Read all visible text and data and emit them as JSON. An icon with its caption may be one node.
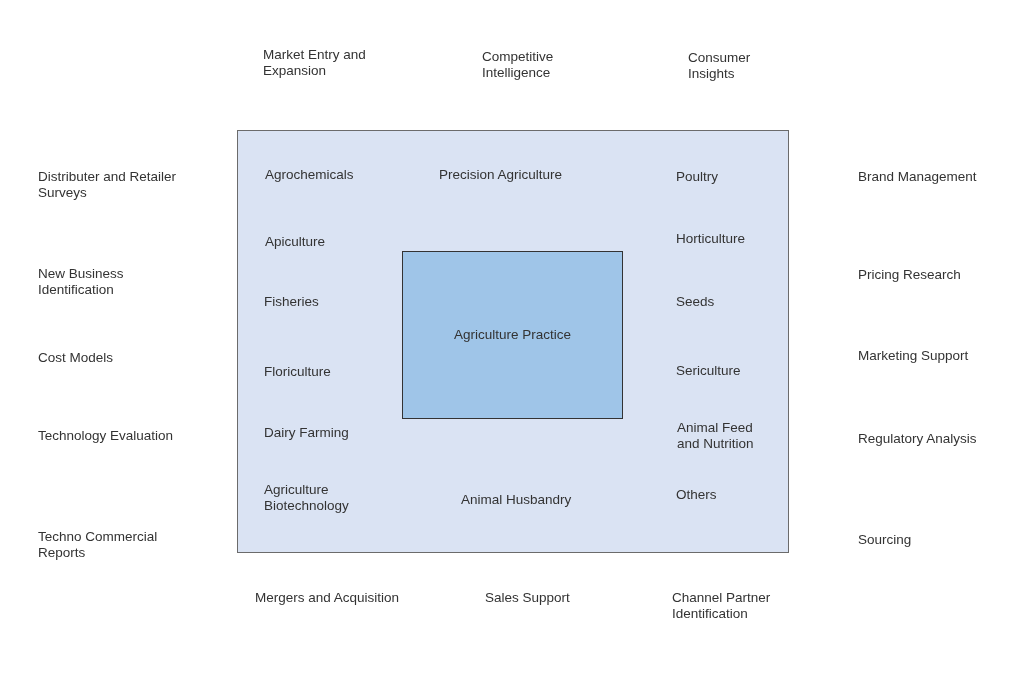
{
  "diagram": {
    "nodes": [
      {
        "text": [
          "Agrochemicals",
          "Precision Agriculture",
          "Poultry",
          "Apiculture",
          "Horticulture",
          "Fisheries",
          "Seeds",
          "Floriculture",
          "Sericulture",
          "Dairy Farming",
          "Animal Feed and Nutrition",
          "Agriculture Biotechnology",
          "Animal Husbandry",
          "Others"
        ]
      },
      {
        "text": [
          "Agriculture Practice"
        ],
        "in": 0
      }
    ],
    "labels": [
      "Market Entry and Expansion",
      "Competitive Intelligence",
      "Consumer Insights",
      "Distributer and Retailer Surveys",
      "Brand Management",
      "New Business Identification",
      "Pricing Research",
      "Cost Models",
      "Marketing Support",
      "Technology Evaluation",
      "Regulatory Analysis",
      "Techno Commercial Reports",
      "Sourcing",
      "Mergers and Acquisition",
      "Sales Support",
      "Channel Partner Identification"
    ]
  }
}
